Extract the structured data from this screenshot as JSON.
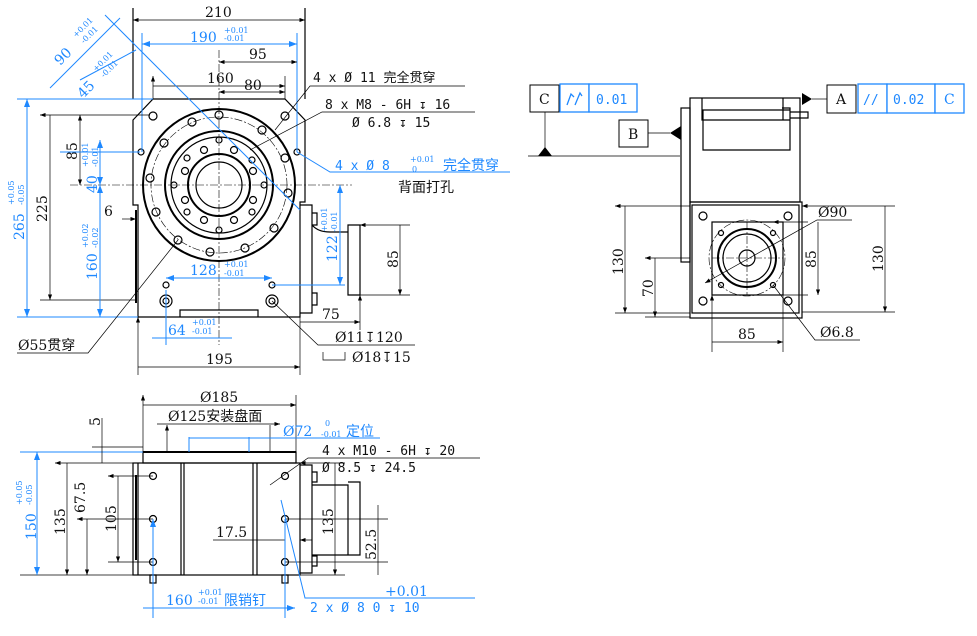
{
  "top_view": {
    "dim_210": "210",
    "dim_190": "190",
    "tol_190_plus": "+0.01",
    "tol_190_minus": "-0.01",
    "dim_95": "95",
    "dim_160": "160",
    "dim_80": "80",
    "dim_90": "90",
    "tol_90_plus": "+0.01",
    "tol_90_minus": "-0.01",
    "dim_45": "45",
    "tol_45_plus": "+0.01",
    "tol_45_minus": "-0.01",
    "dim_265": "265",
    "tol_265_plus": "+0.05",
    "tol_265_minus": "-0.05",
    "dim_225": "225",
    "dim_85_left": "85",
    "dim_40": "40",
    "tol_40_plus": "+0.01",
    "tol_40_minus": "-0.01",
    "dim_160_v": "160",
    "tol_160v_plus": "+0.02",
    "tol_160v_minus": "-0.02",
    "dim_6": "6",
    "dim_122": "122",
    "tol_122_plus": "+0.01",
    "tol_122_minus": "-0.01",
    "dim_85_right": "85",
    "dim_128": "128",
    "tol_128_plus": "+0.01",
    "tol_128_minus": "-0.01",
    "dim_64": "64",
    "tol_64_plus": "+0.01",
    "tol_64_minus": "-0.01",
    "dim_75": "75",
    "dim_195": "195",
    "note_holes_11": "4 x Ø 11 完全贯穿",
    "note_m8_line1": "8 x  M8 - 6H ↧ 16",
    "note_m8_line2": "Ø 6.8 ↧ 15",
    "note_holes_8": "4 x Ø 8",
    "tol_holes_8_plus": "+0.01",
    "tol_holes_8_minus": "0",
    "note_holes_8_suffix": "完全贯穿",
    "note_back": "背面打孔",
    "note_55": "Ø55贯穿",
    "note_cb_line1": "Ø11↧120",
    "note_cb_line2": "Ø18↧15"
  },
  "front_view": {
    "dim_185": "Ø185",
    "dim_125": "Ø125安装盘面",
    "dim_72": "Ø72",
    "tol_72_plus": "0",
    "tol_72_minus": "-0.01",
    "dim_72_suffix": "定位",
    "dim_5": "5",
    "note_m10_line1": "4 x  M10 - 6H ↧ 20",
    "note_m10_line2": "Ø 8.5 ↧ 24.5",
    "dim_150": "150",
    "tol_150_plus": "+0.05",
    "tol_150_minus": "-0.05",
    "dim_135_left": "135",
    "dim_67_5": "67.5",
    "dim_105": "105",
    "dim_17_5": "17.5",
    "dim_135_right": "135",
    "dim_52_5": "52.5",
    "dim_160": "160",
    "tol_160_plus": "+0.01",
    "tol_160_minus": "-0.01",
    "dim_160_suffix": "限销钉",
    "note_pins_tol": "+0.01",
    "note_pins": "2 x Ø 8  0     ↧ 10"
  },
  "side_view": {
    "datum_c": "C",
    "fcf1_value": "0.01",
    "datum_b": "B",
    "datum_a": "A",
    "fcf2_symbol": "//",
    "fcf2_value": "0.02",
    "fcf2_ref": "C",
    "dim_90": "Ø90",
    "dim_85_v": "85",
    "dim_130_left": "130",
    "dim_70": "70",
    "dim_130_right": "130",
    "dim_85_h": "85",
    "dim_6_8": "Ø6.8"
  }
}
